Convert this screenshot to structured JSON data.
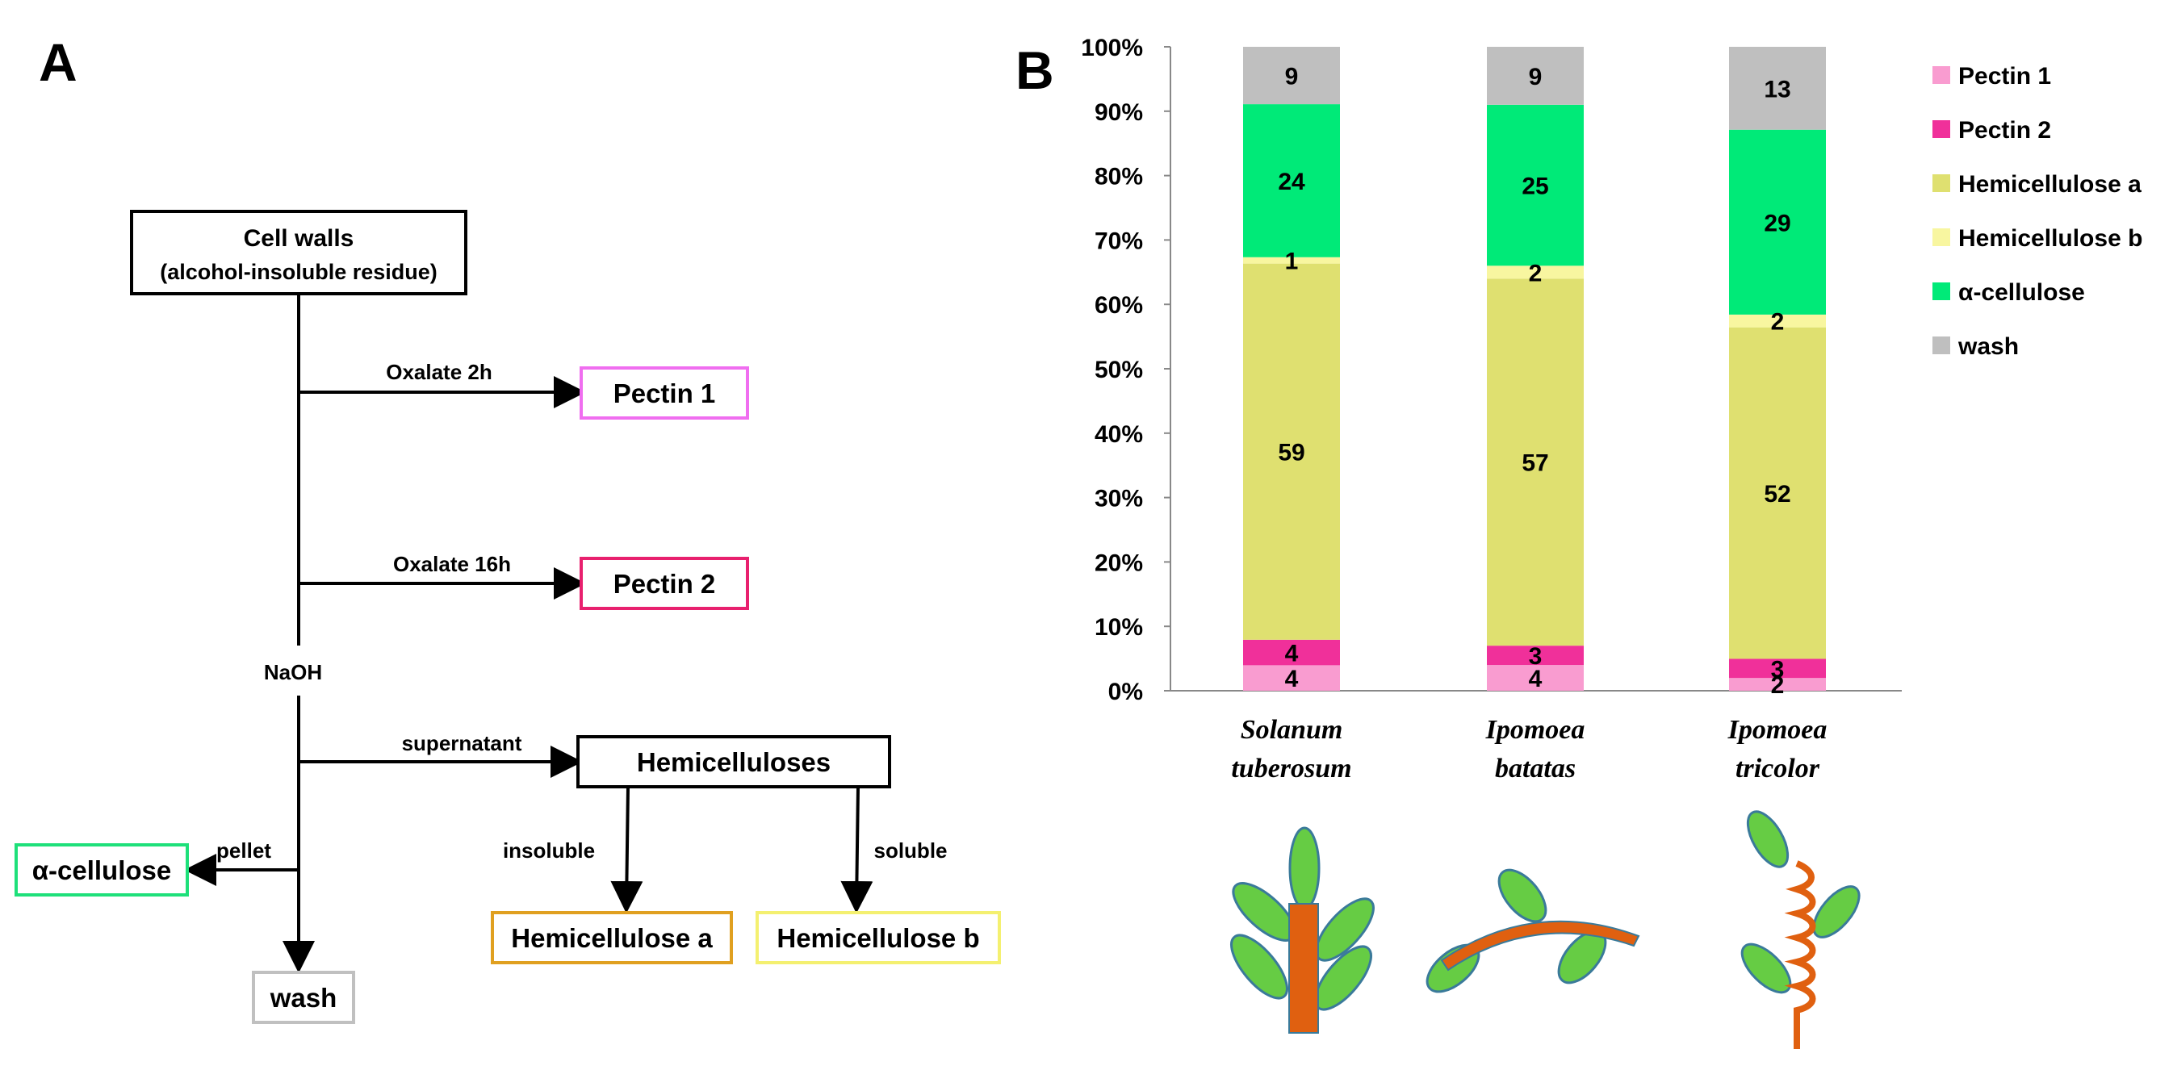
{
  "panel_a": {
    "letter": "A",
    "root": {
      "title": "Cell walls",
      "subtitle": "(alcohol-insoluble residue)"
    },
    "steps": {
      "oxalate_2h": "Oxalate 2h",
      "oxalate_16h": "Oxalate 16h",
      "naoh": "NaOH",
      "supernatant": "supernatant",
      "pellet": "pellet",
      "insoluble": "insoluble",
      "soluble": "soluble"
    },
    "boxes": {
      "pectin1": "Pectin 1",
      "pectin2": "Pectin 2",
      "hemicelluloses": "Hemicelluloses",
      "hemi_a": "Hemicellulose a",
      "hemi_b": "Hemicellulose b",
      "alpha_cellulose": "α-cellulose",
      "wash": "wash"
    },
    "colors": {
      "pectin1": "#f06ef0",
      "pectin2": "#e8206e",
      "hemi_a": "#e0a020",
      "hemi_b": "#f4f070",
      "alpha_cellulose": "#1ee07a",
      "wash": "#c0c0c0"
    }
  },
  "panel_b": {
    "letter": "B",
    "plants": [
      {
        "name": "Solanum",
        "name2": "tuberosum"
      },
      {
        "name": "Ipomoea",
        "name2": "batatas"
      },
      {
        "name": "Ipomoea",
        "name2": "tricolor"
      }
    ]
  },
  "chart_data": {
    "type": "bar",
    "stacked": true,
    "percent_scale": true,
    "categories": [
      "Solanum tuberosum",
      "Ipomoea batatas",
      "Ipomoea tricolor"
    ],
    "ylim": [
      0,
      100
    ],
    "yticks": [
      "0%",
      "10%",
      "20%",
      "30%",
      "40%",
      "50%",
      "60%",
      "70%",
      "80%",
      "90%",
      "100%"
    ],
    "legend_position": "right",
    "grid": false,
    "series": [
      {
        "name": "Pectin 1",
        "color": "#f99cd0",
        "values": [
          4,
          4,
          2
        ],
        "labels": [
          "4",
          "4",
          "2"
        ]
      },
      {
        "name": "Pectin 2",
        "color": "#f0309a",
        "values": [
          4,
          3,
          3
        ],
        "labels": [
          "4",
          "3",
          "3"
        ]
      },
      {
        "name": "Hemicellulose a",
        "color": "#dfe070",
        "values": [
          59,
          57,
          52
        ],
        "labels": [
          "59",
          "57",
          "52"
        ]
      },
      {
        "name": "Hemicellulose b",
        "color": "#f8f6a0",
        "values": [
          1,
          2,
          2
        ],
        "labels": [
          "1",
          "2",
          "2"
        ]
      },
      {
        "name": "α-cellulose",
        "color": "#00ea78",
        "values": [
          24,
          25,
          29
        ],
        "labels": [
          "24",
          "25",
          "29"
        ]
      },
      {
        "name": "wash",
        "color": "#bfbfbf",
        "values": [
          9,
          9,
          13
        ],
        "labels": [
          "9",
          "9",
          "13"
        ]
      }
    ]
  }
}
